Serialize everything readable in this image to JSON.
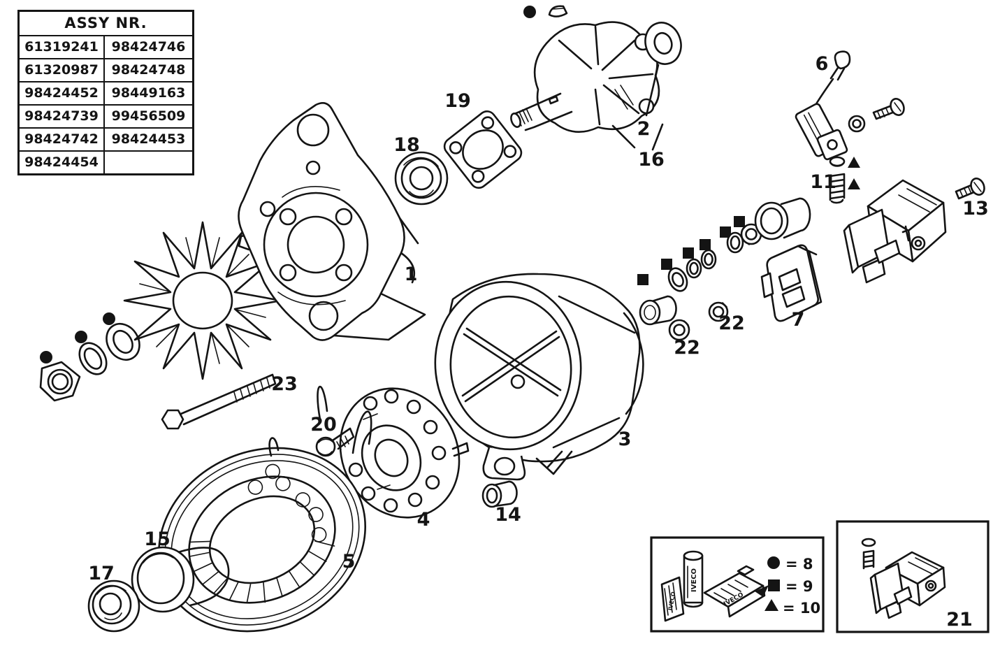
{
  "table": {
    "header": "ASSY NR.",
    "rows": [
      {
        "left": "61319241",
        "right": "98424746"
      },
      {
        "left": "61320987",
        "right": "98424748"
      },
      {
        "left": "98424452",
        "right": "98449163"
      },
      {
        "left": "98424739",
        "right": "99456509"
      },
      {
        "left": "98424742",
        "right": "98424453"
      },
      {
        "left": "98424454",
        "right": ""
      }
    ]
  },
  "callouts": {
    "p1": "1",
    "p2": "2",
    "p3": "3",
    "p4": "4",
    "p5": "5",
    "p6": "6",
    "p7": "7",
    "p11": "11",
    "p13": "13",
    "p14": "14",
    "p15": "15",
    "p16": "16",
    "p17": "17",
    "p18": "18",
    "p19": "19",
    "p20": "20",
    "p22a": "22",
    "p22b": "22",
    "p23": "23"
  },
  "legend": {
    "rows": [
      {
        "symbol": "●",
        "text": "= 8"
      },
      {
        "symbol": "■",
        "text": "= 9"
      },
      {
        "symbol": "▲",
        "text": "= 10"
      }
    ],
    "brand": "IVECO"
  },
  "inset": {
    "label": "21"
  }
}
